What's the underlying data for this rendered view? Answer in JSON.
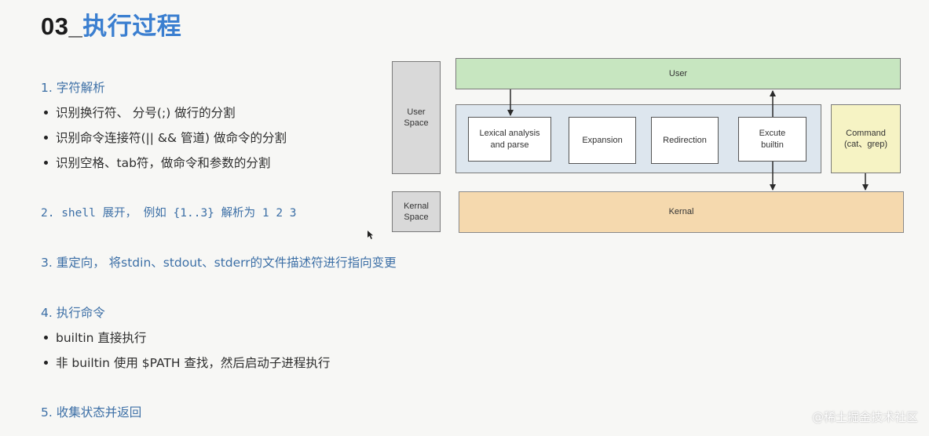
{
  "title": {
    "number": "03_",
    "text": "执行过程"
  },
  "steps": [
    {
      "label": "1.  字符解析"
    },
    {
      "label": "识别换行符、  分号(;)  做行的分割"
    },
    {
      "label": "识别命令连接符(|| && 管道)  做命令的分割"
    },
    {
      "label": "识别空格、tab符，做命令和参数的分割"
    },
    {
      "label": "2.  shell 展开，  例如 {1..3} 解析为   1 2 3"
    },
    {
      "label": "3.  重定向，  将stdin、stdout、stderr的文件描述符进行指向变更"
    },
    {
      "label": "4.  执行命令"
    },
    {
      "label": "builtin 直接执行"
    },
    {
      "label": "非 builtin 使用 $PATH 查找，然后启动子进程执行"
    },
    {
      "label": "5.  收集状态并返回"
    }
  ],
  "diagram": {
    "user_space": "User Space",
    "kernel_space": "Kernal Space",
    "user": "User",
    "lexical": "Lexical analysis and parse",
    "expansion": "Expansion",
    "redirection": "Redirection",
    "execute": "Excute builtin",
    "command": "Command (cat、grep)",
    "kernel": "Kernal"
  },
  "watermark": "@稀土掘金技术社区"
}
